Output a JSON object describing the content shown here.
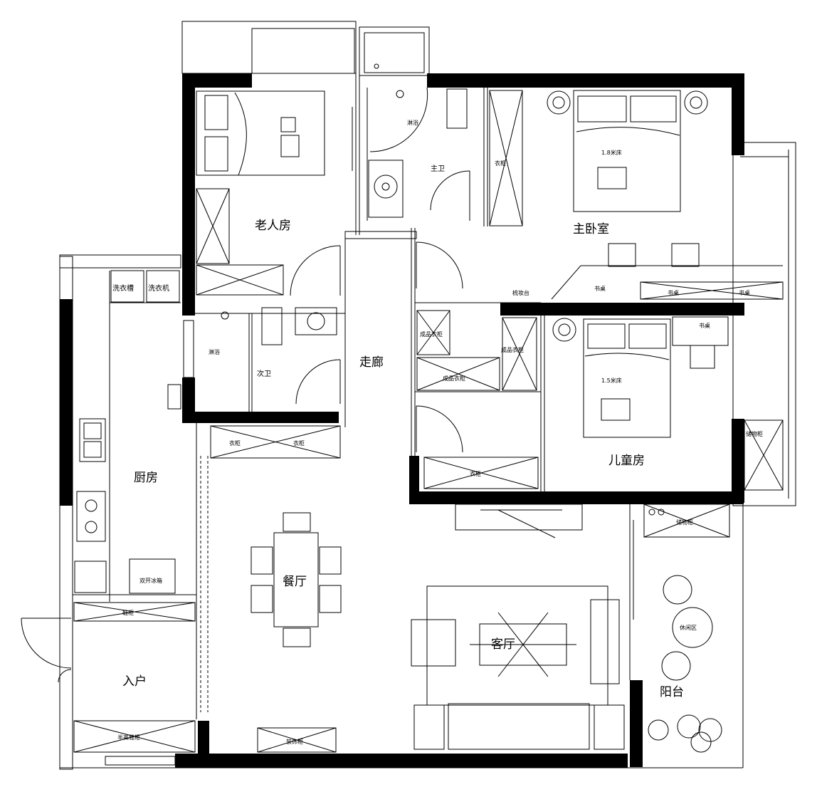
{
  "rooms": {
    "elderly": "老人房",
    "master": "主卧室",
    "corridor": "走廊",
    "kitchen": "厨房",
    "kids": "儿童房",
    "dining": "餐厅",
    "living": "客厅",
    "entry": "入户",
    "balcony": "阳台",
    "public_bath": "次卫",
    "master_bath": "主卫"
  },
  "labels": {
    "shower1": "淋浴",
    "shower2": "淋浴",
    "washer1": "洗衣槽",
    "washer2": "洗衣机",
    "bed_master": "1.8米床",
    "bed_kids": "1.5米床",
    "desk1": "书桌",
    "desk2": "书桌",
    "desk3": "书桌",
    "desk4": "书桌",
    "dresser": "梳妆台",
    "wardrobe1": "衣柜",
    "wardrobe2": "衣柜",
    "wardrobe3": "衣柜",
    "wardrobe4": "衣柜",
    "storage1": "储物柜",
    "storage2": "储物柜",
    "shoe": "鞋柜",
    "half_shoe": "半高鞋柜",
    "fridge": "双开冰箱",
    "sideboard": "装饰柜",
    "linen1": "成品衣柜",
    "linen2": "成品衣柜",
    "linen3": "成品衣柜",
    "leisure": "休闲区"
  }
}
